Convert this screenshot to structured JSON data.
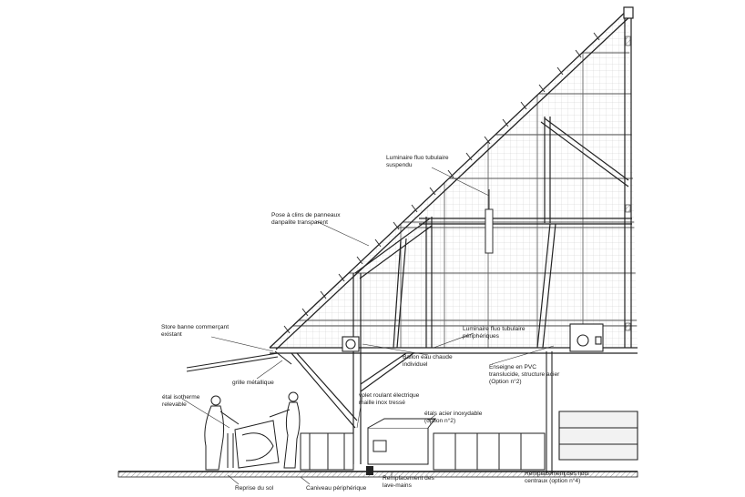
{
  "labels": {
    "luminaire_suspendu": [
      "Luminaire fluo tubulaire",
      "suspendu"
    ],
    "pose_clins": [
      "Pose à clins de panneaux",
      "danpalite transparent"
    ],
    "store_banne": [
      "Store banne commerçant",
      "existant"
    ],
    "luminaire_peripheriques": [
      "Luminaire fluo tubulaire",
      "périphériques"
    ],
    "ballon": [
      "Ballon eau chaude",
      "individuel"
    ],
    "enseigne": [
      "Enseigne en PVC",
      "translucide, structure acier",
      "(Option n°2)"
    ],
    "grille": [
      "grille métallique"
    ],
    "etal_isotherme": [
      "étal isotherme",
      "relevable"
    ],
    "volet": [
      "volet roulant électrique",
      "maille inox tressé"
    ],
    "etals_acier": [
      "étals acier inoxydable",
      "(option n°2)"
    ],
    "remplacement_lave_mains": [
      "Remplacement des",
      "lave-mains"
    ],
    "remplacement_ilots": [
      "Remplacement des îlots",
      "centraux (option n°4)"
    ],
    "reprise_sol": [
      "Reprise du sol"
    ],
    "caniveau": [
      "Caniveau périphérique"
    ]
  }
}
